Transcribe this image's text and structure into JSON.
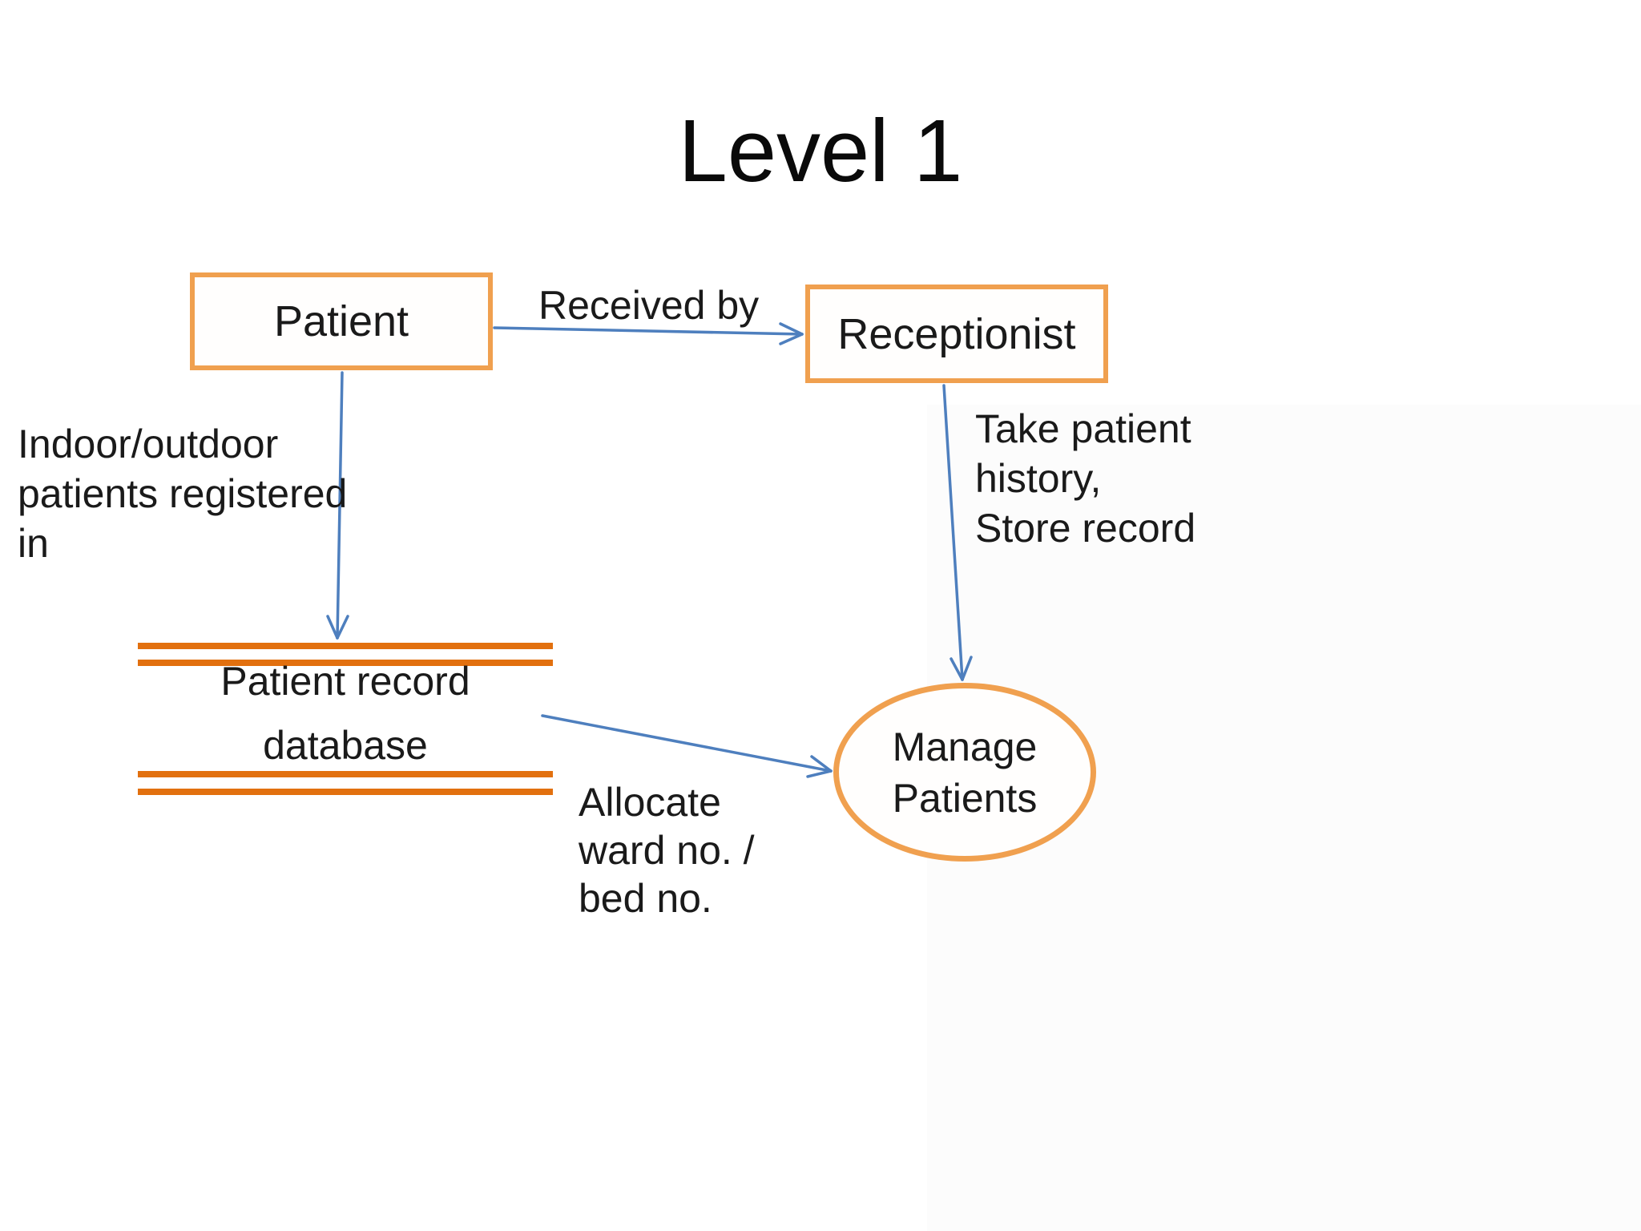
{
  "title": "Level 1",
  "colors": {
    "shape_border": "#F0A04F",
    "datastore_line": "#E2700F",
    "arrow_blue": "#4E7FBE",
    "text": "#1A1A1A"
  },
  "entities": {
    "patient": {
      "label": "Patient"
    },
    "receptionist": {
      "label": "Receptionist"
    }
  },
  "process": {
    "manage_patients": {
      "label": "Manage\nPatients"
    }
  },
  "datastore": {
    "patient_record_db": {
      "label": "Patient record\ndatabase"
    }
  },
  "flows": {
    "received_by": {
      "label": "Received by"
    },
    "registered_in": {
      "label": "Indoor/outdoor\npatients registered\nin"
    },
    "take_history": {
      "label": "Take patient\nhistory,\nStore record"
    },
    "allocate_ward": {
      "label": "Allocate\nward no. /\nbed no."
    }
  }
}
